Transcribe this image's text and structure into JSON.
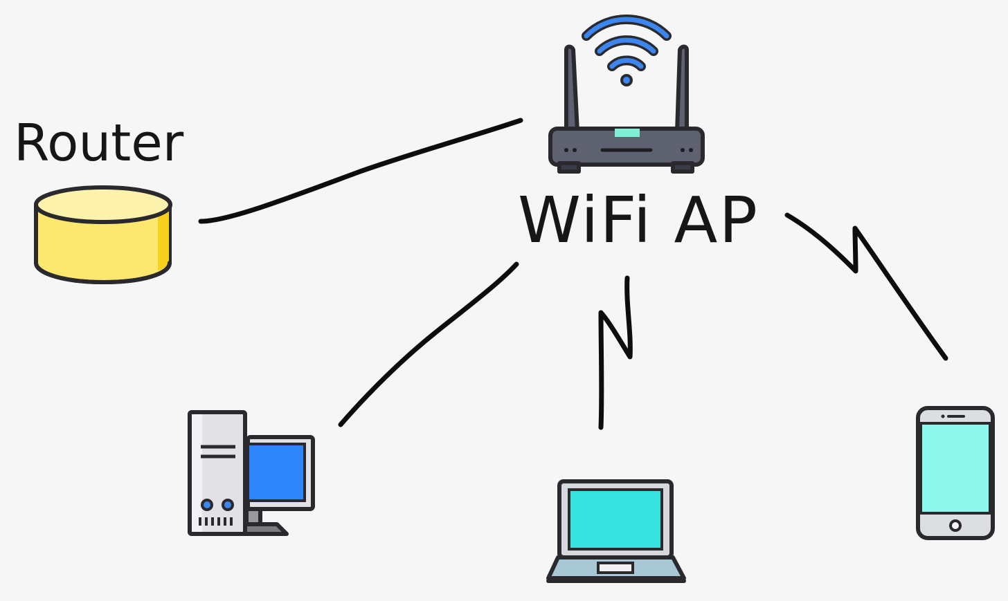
{
  "labels": {
    "router": "Router",
    "wifi_ap": "WiFi AP"
  },
  "nodes": {
    "router": {
      "icon": "database-cylinder-icon",
      "color": "#fde86f"
    },
    "wifi_ap": {
      "icon": "wireless-router-icon",
      "color": "#5e6170",
      "signal_color": "#3d86f0"
    },
    "desktop": {
      "icon": "desktop-computer-icon",
      "screen_color": "#2f86fb"
    },
    "laptop": {
      "icon": "laptop-icon",
      "screen_color": "#37e1de"
    },
    "phone": {
      "icon": "smartphone-icon",
      "screen_color": "#8ff8ec"
    }
  },
  "links": [
    {
      "from": "router",
      "to": "wifi_ap",
      "type": "wired"
    },
    {
      "from": "wifi_ap",
      "to": "desktop",
      "type": "wired"
    },
    {
      "from": "wifi_ap",
      "to": "laptop",
      "type": "wireless"
    },
    {
      "from": "wifi_ap",
      "to": "phone",
      "type": "wireless"
    }
  ]
}
